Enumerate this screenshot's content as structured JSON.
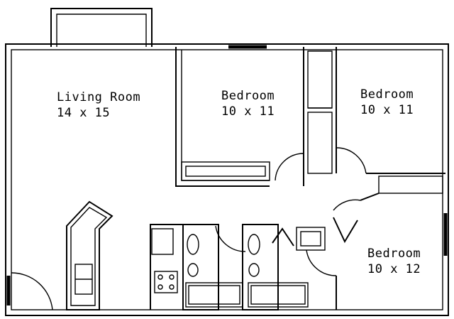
{
  "rooms": {
    "living_room": {
      "name": "Living Room",
      "size": "14 x 15"
    },
    "bedroom_1": {
      "name": "Bedroom",
      "size": "10 x 11"
    },
    "bedroom_2": {
      "name": "Bedroom",
      "size": "10 x 11"
    },
    "bedroom_3": {
      "name": "Bedroom",
      "size": "10 x 12"
    }
  }
}
